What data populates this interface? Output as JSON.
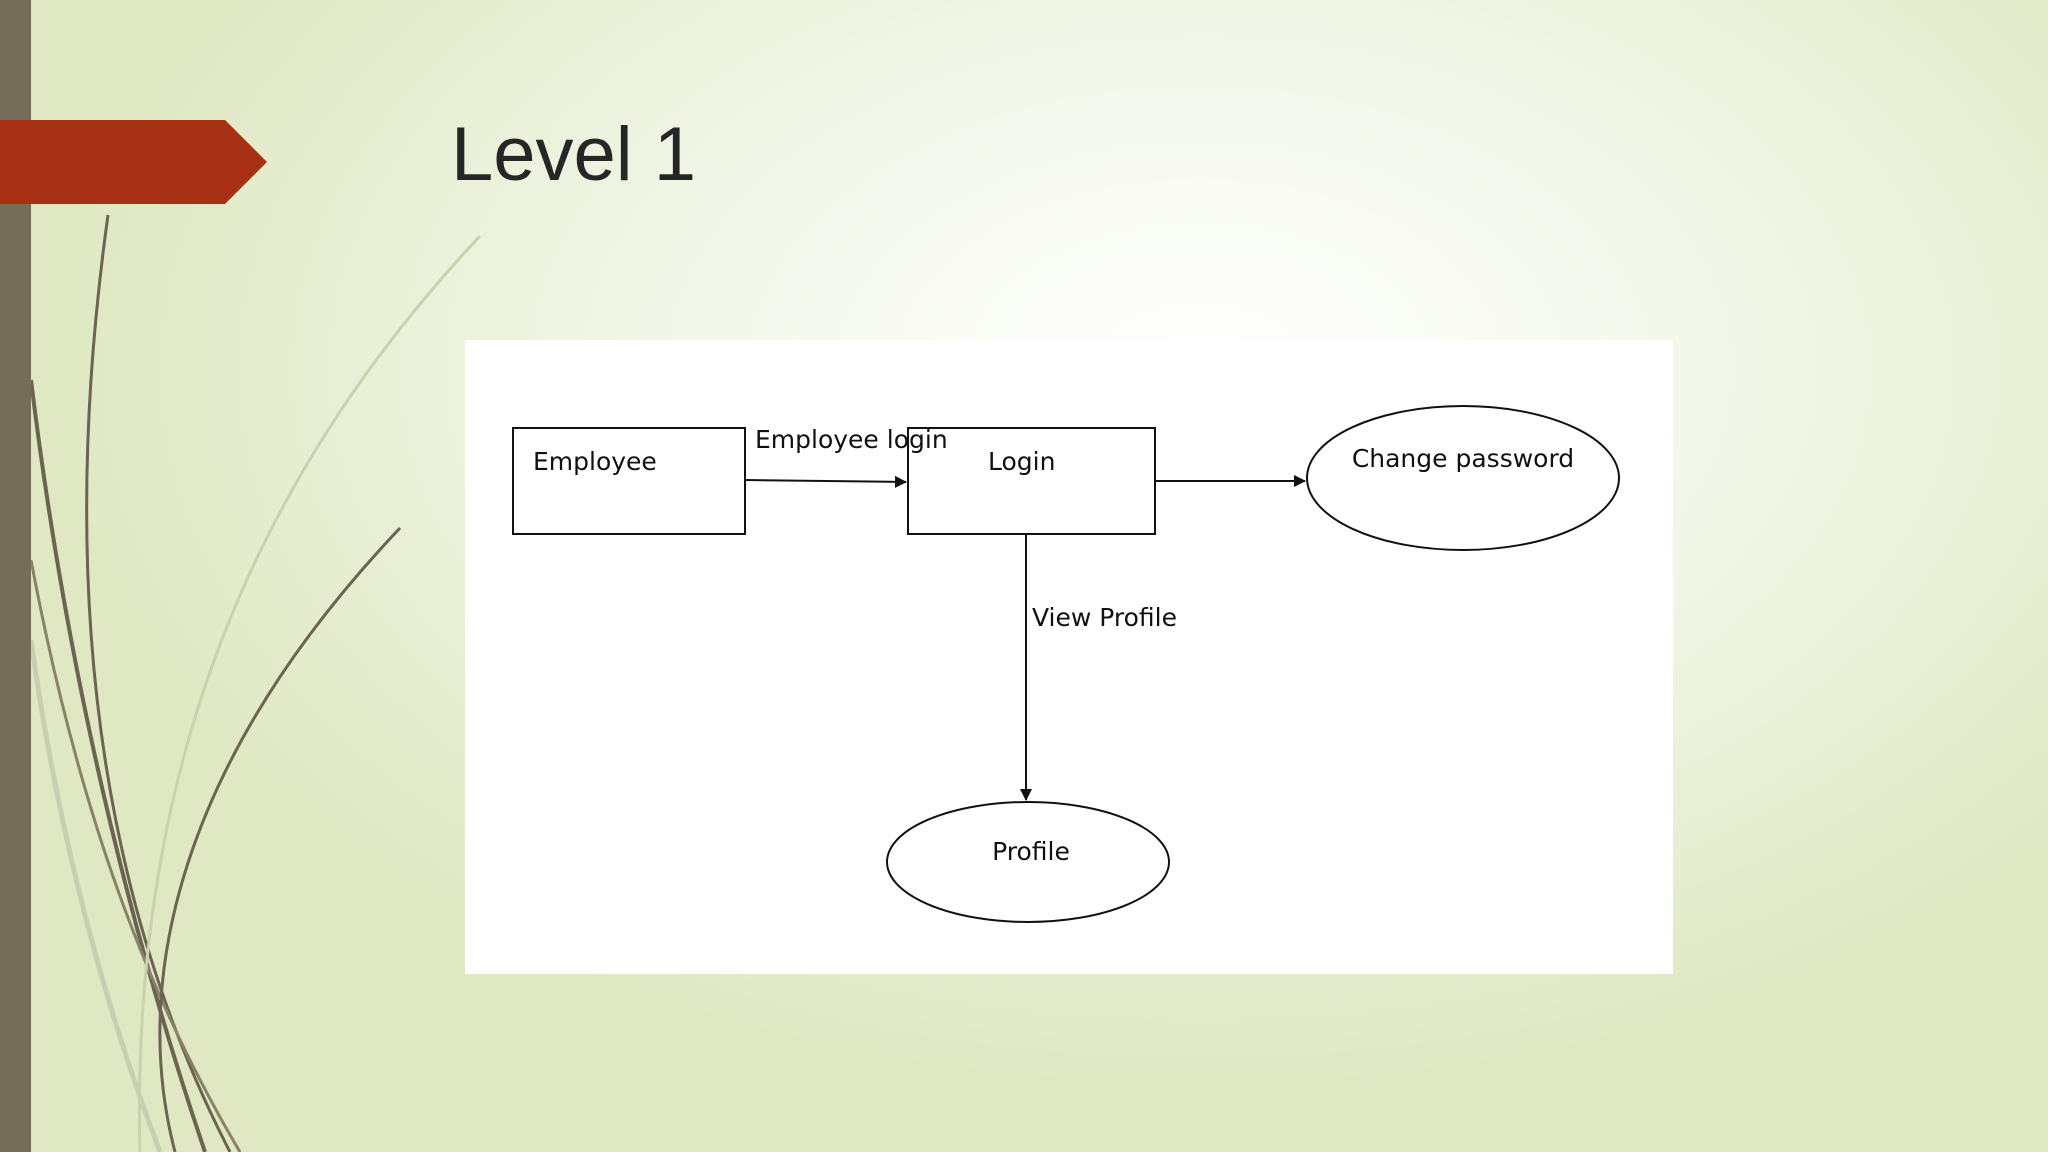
{
  "slide": {
    "title": "Level 1",
    "accent_color": "#a83014",
    "bar_color": "#756c59"
  },
  "diagram": {
    "nodes": {
      "employee": {
        "label": "Employee",
        "shape": "rectangle"
      },
      "login": {
        "label": "Login",
        "shape": "rectangle"
      },
      "change_password": {
        "label": "Change password",
        "shape": "ellipse"
      },
      "profile": {
        "label": "Profile",
        "shape": "ellipse"
      }
    },
    "edges": {
      "employee_to_login": {
        "from": "Employee",
        "to": "Login",
        "label": "Employee login"
      },
      "login_to_change_password": {
        "from": "Login",
        "to": "Change password",
        "label": ""
      },
      "login_to_profile": {
        "from": "Login",
        "to": "Profile",
        "label": "View Profile"
      }
    }
  }
}
